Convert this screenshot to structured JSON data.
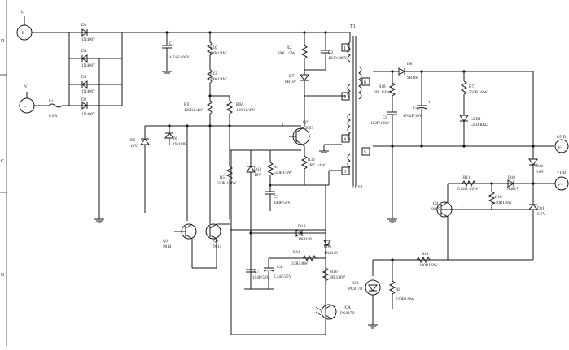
{
  "diagram": {
    "edge_letters": {
      "d": "D",
      "c": "C",
      "b": "B"
    },
    "sources": {
      "l_label": "L",
      "n_label": "N",
      "line_symbol": "E",
      "neutral_symbol": "~"
    },
    "fuse": {
      "ref": "F1",
      "value": "0.5A"
    },
    "diodes": {
      "d1": {
        "ref": "D1",
        "value": "1N4007"
      },
      "d4": {
        "ref": "D4",
        "value": "1N4007"
      },
      "d3": {
        "ref": "D3",
        "value": "1N4007"
      },
      "d2": {
        "ref": "D2",
        "value": "1N4007"
      },
      "d7": {
        "ref": "D7",
        "value": "FR107"
      },
      "d8": {
        "ref": "D8",
        "value": "SR160"
      },
      "d6": {
        "ref": "D6",
        "value": "18V"
      },
      "d5": {
        "ref": "D5",
        "value": "1N4148"
      },
      "d13": {
        "ref": "D13",
        "value": "10V"
      },
      "d14": {
        "ref": "D14",
        "value": "1N4148"
      },
      "d28": {
        "ref": "D28",
        "value": "1N4148"
      },
      "d10": {
        "ref": "D10",
        "value": "1N4817"
      },
      "d11": {
        "ref": "D11",
        "value": "6.7V"
      },
      "d12": {
        "ref": "D12",
        "value": "6.8V"
      }
    },
    "capacitors": {
      "c1": {
        "ref": "C1",
        "value": "4.7uF/400V"
      },
      "c2": {
        "ref": "C2",
        "value": "103P/400V"
      },
      "c5": {
        "ref": "C5",
        "value": "470uF/16V"
      },
      "c6": {
        "ref": "C6",
        "value": "102P/100V"
      },
      "c3": {
        "ref": "C3",
        "value": "103P/50V"
      },
      "c7": {
        "ref": "C7",
        "value": "104P/50V"
      },
      "c4": {
        "ref": "C4",
        "value": "2.2uF/25V"
      }
    },
    "resistors": {
      "r10": {
        "ref": "R10",
        "value": "68K1/4W"
      },
      "r13": {
        "ref": "R13",
        "value": "49K1/4W"
      },
      "r9": {
        "ref": "R9",
        "value": "120K1/4W"
      },
      "r9a": {
        "ref": "R9A",
        "value": "120K1/4W"
      },
      "r2": {
        "ref": "R2",
        "value": "39K 1/2W"
      },
      "r18": {
        "ref": "R18",
        "value": "10R 1/4W"
      },
      "r7": {
        "ref": "R7",
        "value": "510R1/8W"
      },
      "r5": {
        "ref": "R5",
        "value": "510R 1/8W"
      },
      "r4": {
        "ref": "R4",
        "value": "510R1/4W"
      },
      "r30": {
        "ref": "R30",
        "value": "2R7 1/4W"
      },
      "r64": {
        "ref": "R64",
        "value": "33R1/8W"
      },
      "r16": {
        "ref": "R16",
        "value": "39R1/8W"
      },
      "r11": {
        "ref": "R11",
        "value": "0.82R 1/2W"
      },
      "r19": {
        "ref": "R19",
        "value": "510R1/4W"
      },
      "r12": {
        "ref": "R12",
        "value": "100R1/8W"
      },
      "r8": {
        "ref": "R8",
        "value": "820R1/8W"
      }
    },
    "transistors": {
      "q1": {
        "ref": "Q1",
        "value": "9014"
      },
      "q3": {
        "ref": "Q3",
        "value": "9014"
      },
      "q2": {
        "ref": "Q2",
        "value": "13003"
      },
      "q4": {
        "ref": "Q4",
        "value": "9015"
      }
    },
    "led": {
      "ref": "LED1",
      "value": "LED RED"
    },
    "optocoupler": {
      "ic_b": {
        "ref": "ICB",
        "value": "PC817B"
      },
      "ic_a": {
        "ref": "ICA",
        "value": "PC817B"
      }
    },
    "transformer": {
      "ref": "T1",
      "ref_bottom": "EE13",
      "pins": [
        "1",
        "2",
        "3",
        "4",
        "5",
        "6"
      ]
    },
    "outputs": {
      "gnd_label": "GND",
      "gnd_symbol": "V-",
      "vdd_label": "VDD",
      "vdd_symbol": "V+"
    },
    "junction_labels": {
      "j": "J",
      "one": "1"
    }
  }
}
